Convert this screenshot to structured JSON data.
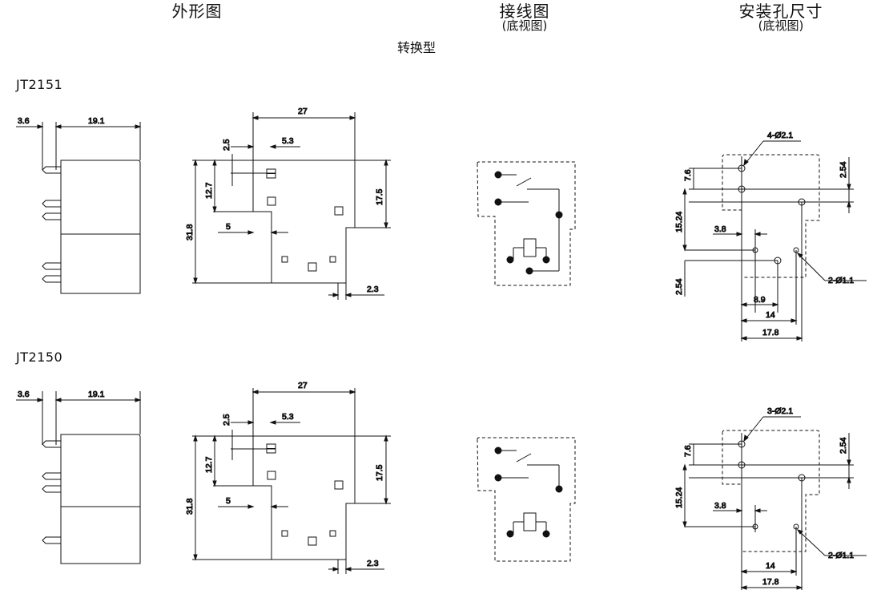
{
  "headers": {
    "outline": "外形图",
    "wiring": "接线图",
    "wiring_sub": "(底视图)",
    "mounting": "安装孔尺寸",
    "mounting_sub": "(底视图)",
    "type": "转换型"
  },
  "models": [
    "JT2151",
    "JT2150"
  ],
  "dimensions": {
    "pin_offset": "3.6",
    "side_width": "19.1",
    "top_width": "27",
    "d2_5": "2.5",
    "d5_3": "5.3",
    "d12_7": "12.7",
    "d17_5": "17.5",
    "d31_8": "31.8",
    "d5": "5",
    "d2_3": "2.3",
    "d7_6": "7.6",
    "d2_54": "2.54",
    "d15_24": "15.24",
    "d3_8": "3.8",
    "d8_9": "8.9",
    "d14": "14",
    "d17_8": "17.8",
    "holes_a": "4-Ø2.1",
    "holes_b": "3-Ø2.1",
    "holes_small": "2-Ø1.1"
  }
}
